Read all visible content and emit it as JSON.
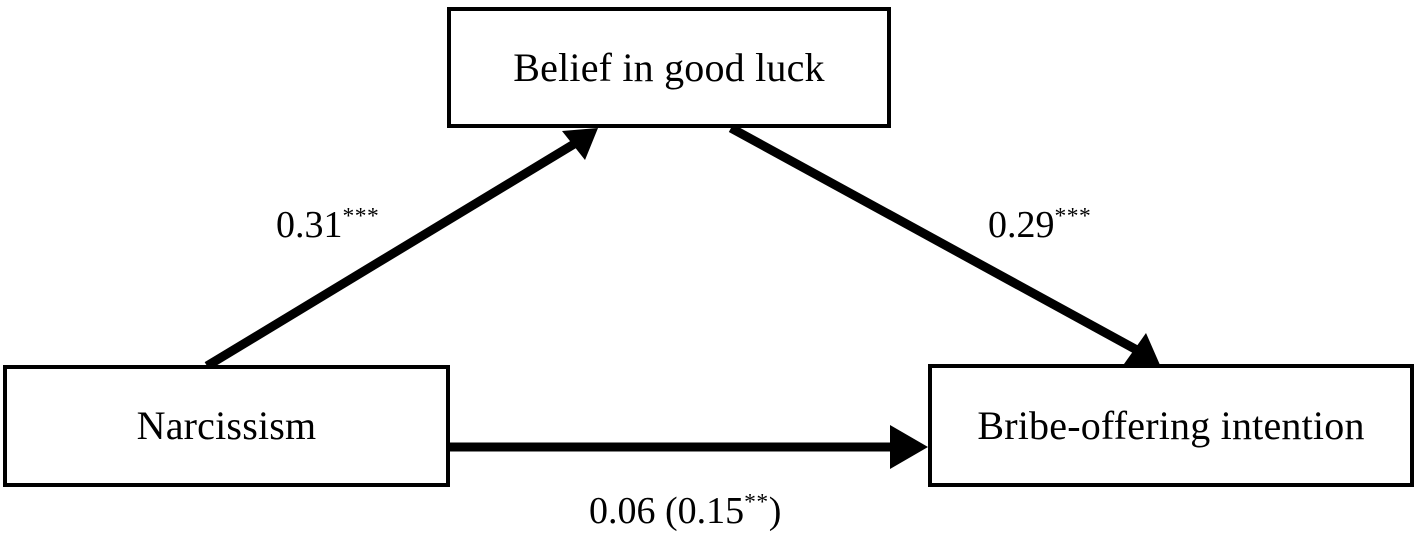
{
  "figure": {
    "type": "mediation-path-diagram",
    "background_color": "#ffffff",
    "line_color": "#000000"
  },
  "nodes": {
    "mediator": {
      "label": "Belief in good luck"
    },
    "predictor": {
      "label": "Narcissism"
    },
    "outcome": {
      "label": "Bribe-offering intention"
    }
  },
  "paths": [
    {
      "id": "a-path",
      "from": "Narcissism",
      "to": "Belief in good luck",
      "coefficient": "0.31",
      "significance": "***"
    },
    {
      "id": "b-path",
      "from": "Belief in good luck",
      "to": "Bribe-offering intention",
      "coefficient": "0.29",
      "significance": "***"
    },
    {
      "id": "c-path",
      "from": "Narcissism",
      "to": "Bribe-offering intention",
      "direct_coefficient": "0.06",
      "total_open_paren": " (",
      "total_coefficient": "0.15",
      "total_significance": "**",
      "total_close_paren": ")"
    }
  ]
}
